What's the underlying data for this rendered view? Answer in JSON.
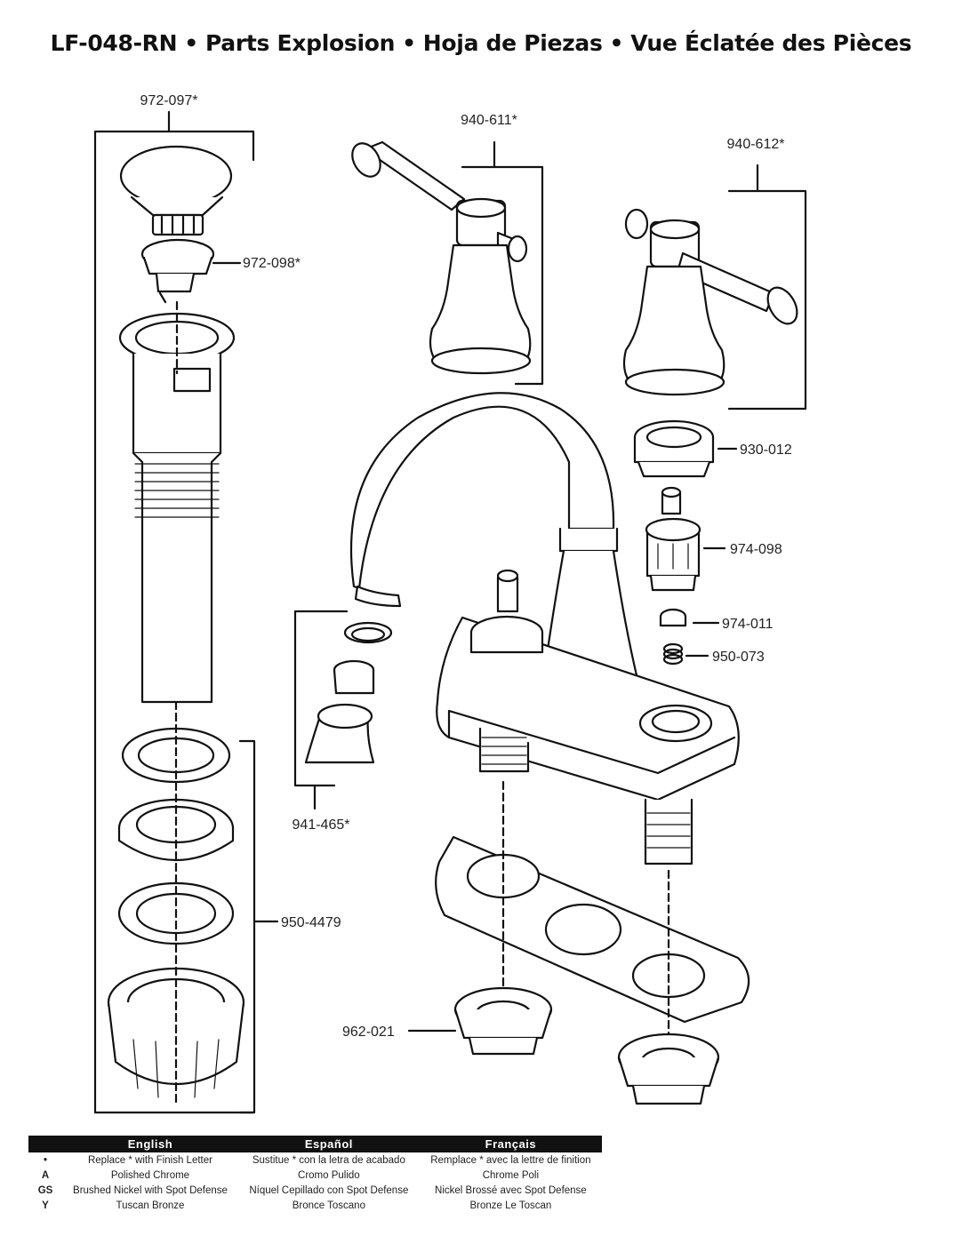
{
  "title": {
    "model": "LF-048-RN",
    "en": "Parts Explosion",
    "es": "Hoja de Piezas",
    "fr": "Vue Éclatée des Pièces",
    "separator": "•"
  },
  "parts": {
    "p972_097": "972-097*",
    "p972_098": "972-098*",
    "p940_611": "940-611*",
    "p940_612": "940-612*",
    "p930_012": "930-012",
    "p974_098": "974-098",
    "p974_011": "974-011",
    "p950_073": "950-073",
    "p941_465": "941-465*",
    "p950_4479": "950-4479",
    "p962_021": "962-021"
  },
  "legend": {
    "headers": [
      "English",
      "Español",
      "Français"
    ],
    "rows": [
      {
        "code": "•",
        "en": "Replace * with Finish Letter",
        "es": "Sustitue * con la letra de acabado",
        "fr": "Remplace * avec la lettre de finition"
      },
      {
        "code": "A",
        "en": "Polished Chrome",
        "es": "Cromo Pulido",
        "fr": "Chrome Poli"
      },
      {
        "code": "GS",
        "en": "Brushed Nickel with Spot Defense",
        "es": "Níquel Cepillado con Spot Defense",
        "fr": "Nickel Brossé avec Spot Defense"
      },
      {
        "code": "Y",
        "en": "Tuscan Bronze",
        "es": "Bronce Toscano",
        "fr": "Bronze Le Toscan"
      }
    ]
  }
}
